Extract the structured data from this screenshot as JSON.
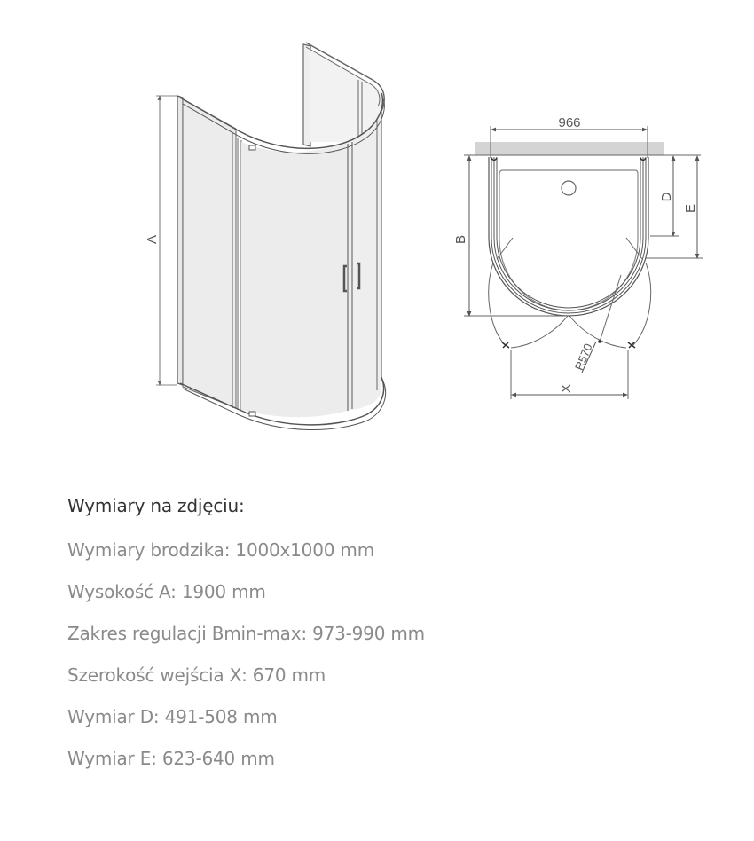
{
  "figure": {
    "perspective_view": {
      "dimension_label_A": "A"
    },
    "plan_view": {
      "width_label": "966",
      "dimension_label_B": "B",
      "dimension_label_D": "D",
      "dimension_label_E": "E",
      "dimension_label_X": "X",
      "radius_label": "R570"
    }
  },
  "specs": {
    "title": "Wymiary na zdjęciu:",
    "items": [
      "Wymiary brodzika: 1000x1000 mm",
      "Wysokość A: 1900 mm",
      "Zakres regulacji Bmin-max: 973-990 mm",
      "Szerokość wejścia X: 670 mm",
      "Wymiar D: 491-508 mm",
      "Wymiar E: 623-640 mm"
    ]
  },
  "colors": {
    "title_text": "#333333",
    "item_text": "#8a8a8a",
    "line": "#555555",
    "wall": "#d4d4d4"
  }
}
